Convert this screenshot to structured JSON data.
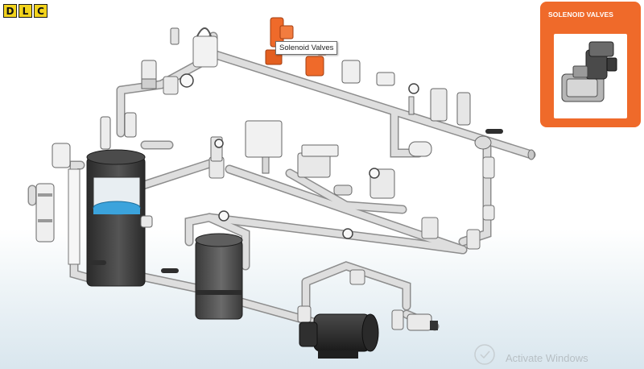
{
  "brand": {
    "letters": [
      "D",
      "L",
      "C"
    ],
    "color": "#f2d31c"
  },
  "tooltip": {
    "text": "Solenoid Valves"
  },
  "panel": {
    "title": "SOLENOID VALVES",
    "color": "#ef6a2a"
  },
  "watermark": {
    "text": "Activate Windows"
  },
  "colors": {
    "pipe": "#d4d4d4",
    "tank": "#3f3f3f",
    "water": "#3ba3dc",
    "highlight": "#ef6a2a"
  },
  "icons": [
    "logo",
    "solenoid-valve-icon",
    "pressure-gauge-icon",
    "ball-valve-icon",
    "pump-icon",
    "tank-icon"
  ]
}
